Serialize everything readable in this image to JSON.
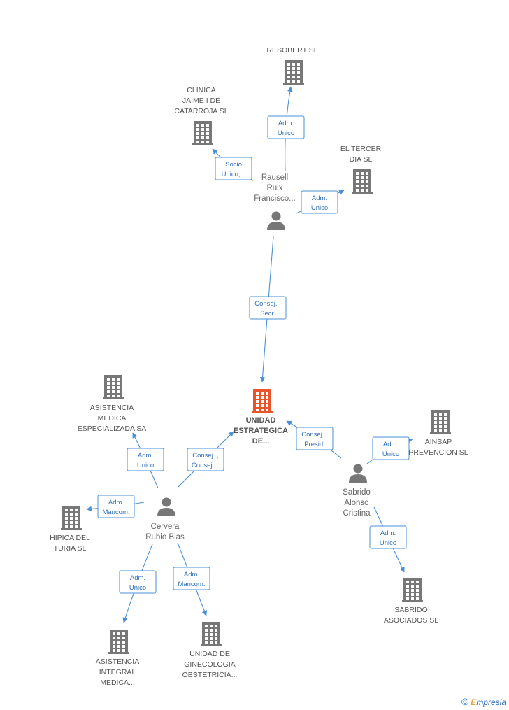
{
  "nodes": [
    {
      "id": "main",
      "type": "company",
      "main": true,
      "lines": [
        "UNIDAD",
        "ESTRATEGICA",
        "DE..."
      ],
      "icon": "building-icon",
      "color": "#e8552a"
    },
    {
      "id": "rausell",
      "type": "person",
      "lines": [
        "Rausell",
        "Ruix",
        "Francisco..."
      ],
      "icon": "person-icon",
      "color": "#777777"
    },
    {
      "id": "cervera",
      "type": "person",
      "lines": [
        "Cervera",
        "Rubio Blas"
      ],
      "icon": "person-icon",
      "color": "#777777"
    },
    {
      "id": "sabrido",
      "type": "person",
      "lines": [
        "Sabrido",
        "Alonso",
        "Cristina"
      ],
      "icon": "person-icon",
      "color": "#777777"
    },
    {
      "id": "resobert",
      "type": "company",
      "lines": [
        "RESOBERT SL"
      ],
      "icon": "building-icon",
      "color": "#777777"
    },
    {
      "id": "clinica",
      "type": "company",
      "lines": [
        "CLINICA",
        "JAIME I DE",
        "CATARROJA SL"
      ],
      "icon": "building-icon",
      "color": "#777777"
    },
    {
      "id": "tercer",
      "type": "company",
      "lines": [
        "EL TERCER",
        "DIA SL"
      ],
      "icon": "building-icon",
      "color": "#777777"
    },
    {
      "id": "asist_esp",
      "type": "company",
      "lines": [
        "ASISTENCIA",
        "MEDICA",
        "ESPECIALIZADA SA"
      ],
      "icon": "building-icon",
      "color": "#777777"
    },
    {
      "id": "hipica",
      "type": "company",
      "lines": [
        "HIPICA DEL",
        "TURIA SL"
      ],
      "icon": "building-icon",
      "color": "#777777"
    },
    {
      "id": "asist_int",
      "type": "company",
      "lines": [
        "ASISTENCIA",
        "INTEGRAL",
        "MEDICA..."
      ],
      "icon": "building-icon",
      "color": "#777777"
    },
    {
      "id": "gineco",
      "type": "company",
      "lines": [
        "UNIDAD DE",
        "GINECOLOGIA",
        "OBSTETRICIA..."
      ],
      "icon": "building-icon",
      "color": "#777777"
    },
    {
      "id": "ainsap",
      "type": "company",
      "lines": [
        "AINSAP",
        "PREVENCION SL"
      ],
      "icon": "building-icon",
      "color": "#777777"
    },
    {
      "id": "sab_asoc",
      "type": "company",
      "lines": [
        "SABRIDO",
        "ASOCIADOS  SL"
      ],
      "icon": "building-icon",
      "color": "#777777"
    }
  ],
  "edges": [
    {
      "from": "rausell",
      "to": "resobert",
      "lines": [
        "Adm.",
        "Unico"
      ]
    },
    {
      "from": "rausell",
      "to": "clinica",
      "lines": [
        "Socio",
        "Único,..."
      ]
    },
    {
      "from": "rausell",
      "to": "tercer",
      "lines": [
        "Adm.",
        "Unico"
      ]
    },
    {
      "from": "rausell",
      "to": "main",
      "lines": [
        "Consej. ,",
        "Secr."
      ]
    },
    {
      "from": "cervera",
      "to": "asist_esp",
      "lines": [
        "Adm.",
        "Unico"
      ]
    },
    {
      "from": "cervera",
      "to": "main",
      "lines": [
        "Consej. ,",
        "Consej...."
      ]
    },
    {
      "from": "cervera",
      "to": "hipica",
      "lines": [
        "Adm.",
        "Mancom."
      ]
    },
    {
      "from": "cervera",
      "to": "asist_int",
      "lines": [
        "Adm.",
        "Unico"
      ]
    },
    {
      "from": "cervera",
      "to": "gineco",
      "lines": [
        "Adm.",
        "Mancom."
      ]
    },
    {
      "from": "sabrido",
      "to": "main",
      "lines": [
        "Consej. ,",
        "Presid."
      ]
    },
    {
      "from": "sabrido",
      "to": "ainsap",
      "lines": [
        "Adm.",
        "Unico"
      ]
    },
    {
      "from": "sabrido",
      "to": "sab_asoc",
      "lines": [
        "Adm.",
        "Unico"
      ]
    }
  ],
  "footer": {
    "copyright": "©",
    "brand_first": "E",
    "brand_rest": "mpresia"
  }
}
